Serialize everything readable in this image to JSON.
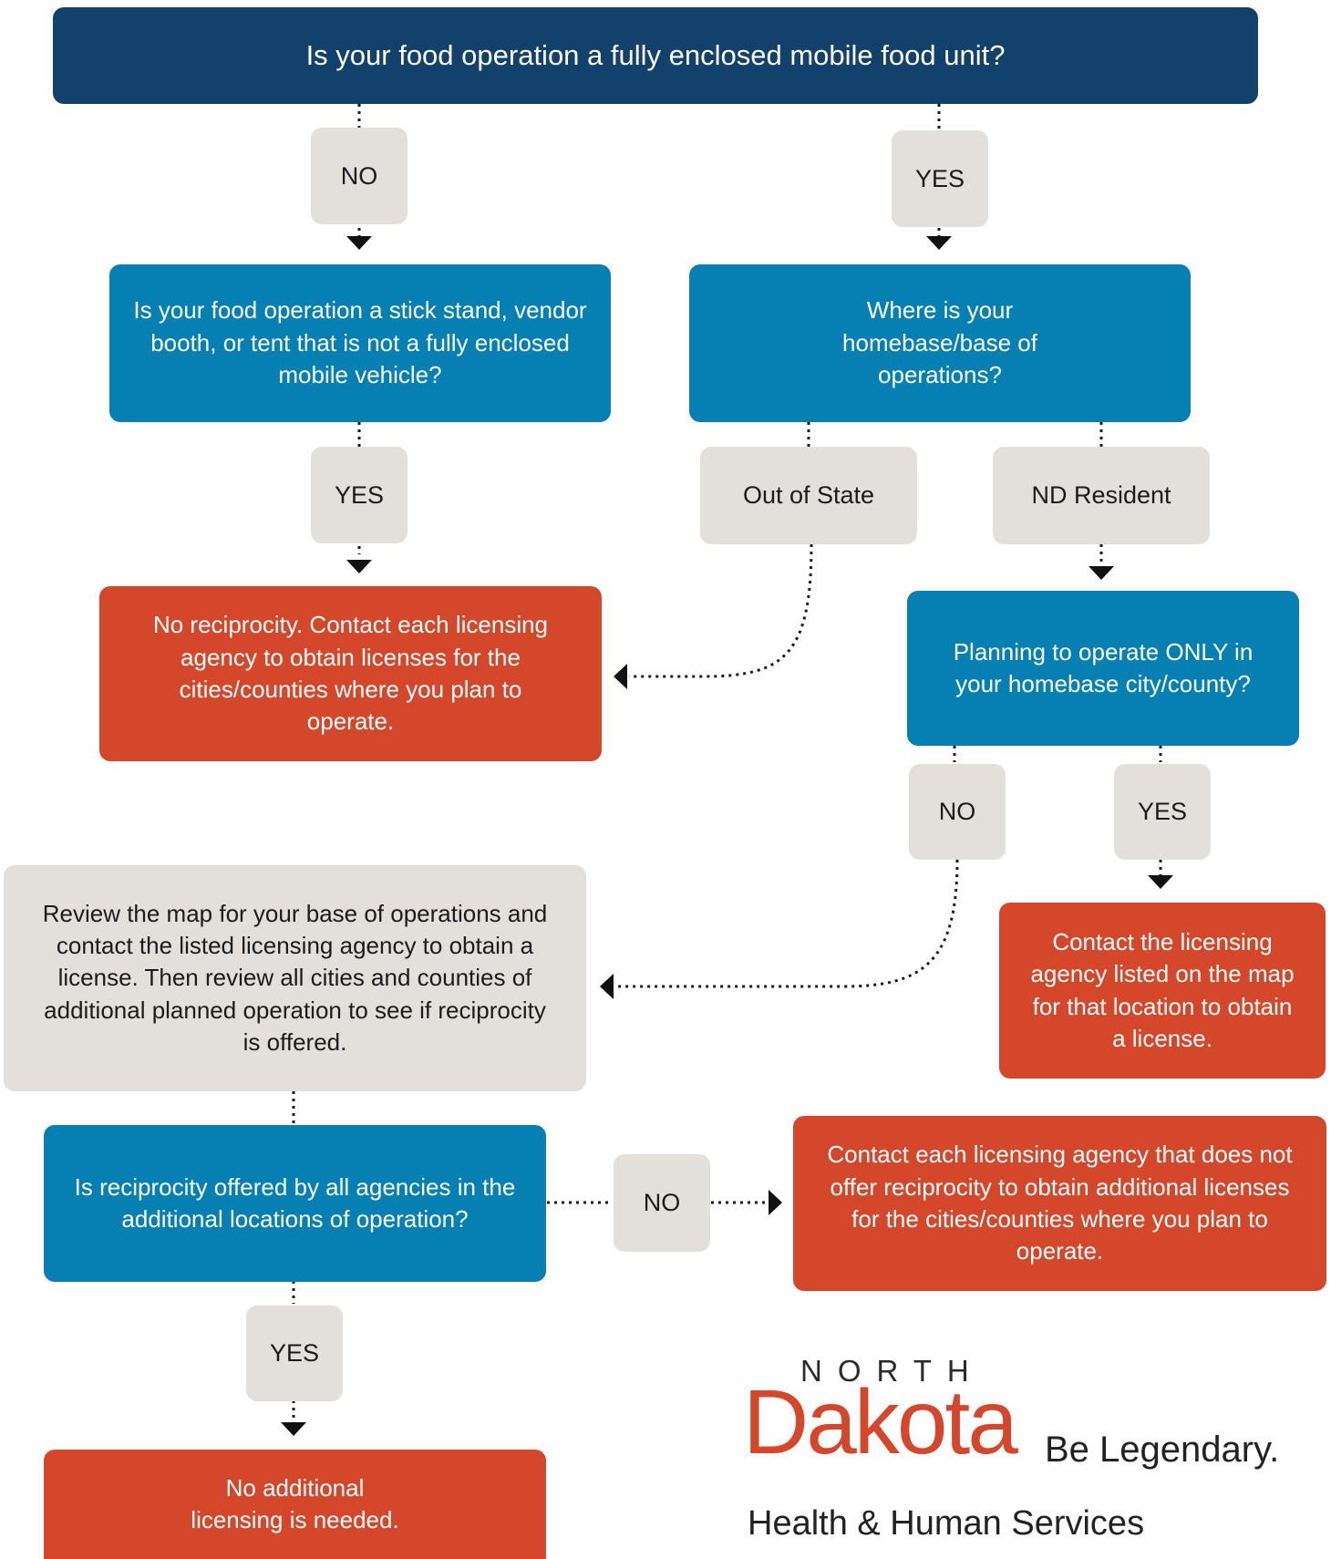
{
  "title": "Is your food operation a fully enclosed mobile food unit?",
  "nodes": {
    "stick_stand_question": "Is your food operation a stick stand, vendor booth, or tent that is not a fully enclosed mobile vehicle?",
    "homebase_question": "Where is your homebase/base of operations?",
    "no_reciprocity": "No reciprocity. Contact each licensing agency to obtain licenses for the cities/counties where you plan to operate.",
    "operate_only_question": "Planning to operate ONLY in your homebase city/county?",
    "contact_listed_agency": "Contact the licensing agency listed on the map for that location to obtain a license.",
    "review_map": "Review the map for your base of operations and contact the listed licensing agency to obtain a license. Then review all cities and counties of additional planned operation to see if reciprocity is offered.",
    "reciprocity_question": "Is reciprocity offered by all agencies in the additional locations of operation?",
    "contact_each_agency": "Contact each licensing agency that does not offer reciprocity to obtain additional licenses for the cities/counties where you plan to operate.",
    "no_additional": "No additional licensing is needed."
  },
  "labels": {
    "first_no": "NO",
    "first_yes": "YES",
    "stick_yes": "YES",
    "out_of_state": "Out of State",
    "nd_resident": "ND Resident",
    "operate_no": "NO",
    "operate_yes": "YES",
    "reciprocity_no": "NO",
    "reciprocity_yes": "YES"
  },
  "logo": {
    "north": "NORTH",
    "dakota": "Dakota",
    "tagline": "Be Legendary.",
    "department": "Health & Human Services"
  },
  "colors": {
    "title_navy": "#12416b",
    "question_blue": "#0680b3",
    "outcome_red": "#d4472b",
    "label_grey": "#e3e0dc",
    "connector": "#1a1a1a"
  }
}
